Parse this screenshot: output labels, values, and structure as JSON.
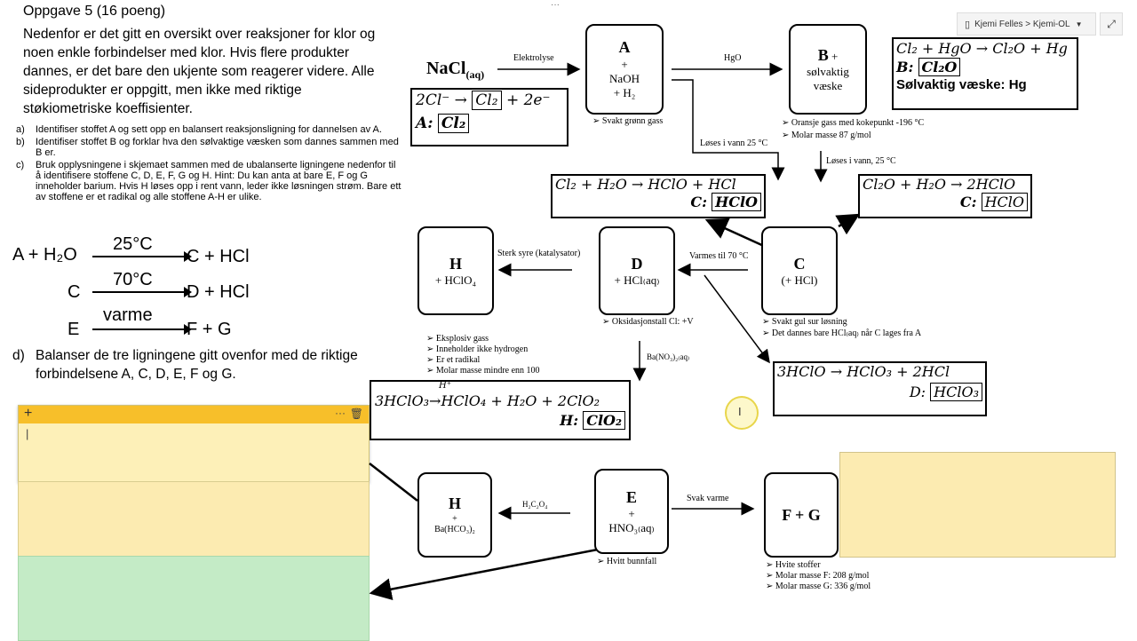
{
  "left": {
    "heading": "Oppgave 5 (16 poeng)",
    "intro": "Nedenfor er det gitt en oversikt over reaksjoner for klor og noen enkle forbindelser med klor. Hvis flere produkter dannes, er det bare den ukjente som reagerer videre. Alle sideprodukter er oppgitt, men ikke med riktige støkiometriske koeffisienter.",
    "questions": [
      {
        "label": "a)",
        "text": "Identifiser stoffet A og sett opp en balansert reaksjonsligning for dannelsen av A."
      },
      {
        "label": "b)",
        "text": "Identifiser stoffet B og forklar hva den sølvaktige væsken som dannes sammen med B er."
      },
      {
        "label": "c)",
        "text": "Bruk opplysningene i skjemaet sammen med de ubalanserte ligningene nedenfor til å identifisere stoffene C, D, E, F, G og H. Hint: Du kan anta at bare E, F og G inneholder barium. Hvis H løses opp i rent vann, leder ikke løsningen strøm. Bare ett av stoffene er et radikal og alle stoffene A-H er ulike."
      }
    ],
    "reactions": [
      {
        "left": "A + H₂O",
        "cond": "25°C",
        "right": "C + HCl"
      },
      {
        "left": "C",
        "cond": "70°C",
        "right": "D + HCl"
      },
      {
        "left": "E",
        "cond": "varme",
        "right": "F + G"
      }
    ],
    "question_d_label": "d)",
    "question_d": "Balanser de tre ligningene gitt ovenfor med de riktige forbindelsene A, C, D, E, F og G."
  },
  "window_tab": {
    "label": "Kjemi Felles > Kjemi-OL",
    "more": "···"
  },
  "sticky": {
    "input_value": "|",
    "add": "+",
    "more": "···",
    "delete": "🗑"
  },
  "diagram": {
    "nacl": "NaCl",
    "nacl_sub": "(aq)",
    "arrow_elektrolyse": "Elektrolyse",
    "arrow_hgo": "HgO",
    "arrow_loses25": "Løses i vann 25 °C",
    "arrow_loses25b": "Løses i vann, 25 °C",
    "arrow_sterk": "Sterk syre (katalysator)",
    "arrow_varmes70": "Varmes til 70 °C",
    "arrow_bano3": "Ba(NO₃)₂₍aq₎",
    "arrow_h2c2o4": "H₂C₂O₄",
    "arrow_svak": "Svak varme",
    "box_a": {
      "title": "A",
      "l1": "+",
      "l2": "NaOH",
      "l3": "+ H₂"
    },
    "box_b": {
      "title": "B",
      "l0": "+",
      "l1": "sølvaktig",
      "l2": "væske"
    },
    "box_c": {
      "title": "C",
      "l1": "(+ HCl)"
    },
    "box_d": {
      "title": "D",
      "l1": "+ HCl₍aq₎"
    },
    "box_h1": {
      "title": "H",
      "l1": "+ HClO₄"
    },
    "box_e": {
      "title": "E",
      "l1": "+",
      "l2": "HNO₃₍aq₎"
    },
    "box_h2": {
      "title": "H",
      "l1": "+",
      "l2": "Ba(HCO₃)₂"
    },
    "box_fg": {
      "title": "F + G"
    },
    "notes_a": [
      "Svakt grønn gass"
    ],
    "notes_b": [
      "Oransje gass med kokepunkt -196 °C",
      "Molar masse 87 g/mol"
    ],
    "notes_c": [
      "Svakt gul sur løsning",
      "Det dannes bare HCl₍aq₎ når C lages fra A"
    ],
    "notes_d": [
      "Oksidasjonstall Cl: +V"
    ],
    "notes_h": [
      "Eksplosiv gass",
      "Inneholder ikke hydrogen",
      "Er et radikal",
      "Molar masse mindre enn 100"
    ],
    "notes_e": [
      "Hvitt bunnfall"
    ],
    "notes_fg": [
      "Hvite stoffer",
      "Molar masse F: 208 g/mol",
      "Molar masse G: 336 g/mol"
    ],
    "eq_a_line1_left": "2Cl⁻ →",
    "eq_a_line1_box": "Cl₂",
    "eq_a_line1_right": "+ 2e⁻",
    "eq_a_line2_label": "A:",
    "eq_a_line2_box": "Cl₂",
    "eq_b_line1": "Cl₂ + HgO → Cl₂O + Hg",
    "eq_b_line2_label": "B:",
    "eq_b_line2_box": "Cl₂O",
    "eq_b_line3": "Sølvaktig væske: Hg",
    "eq_c1_line1": "Cl₂ + H₂O → HClO + HCl",
    "eq_c1_label": "C:",
    "eq_c1_box": "HClO",
    "eq_c2_line1": "Cl₂O + H₂O → 2HClO",
    "eq_c2_label": "C:",
    "eq_c2_box": "HClO",
    "eq_d_line1": "3HClO → HClO₃ + 2HCl",
    "eq_d_label": "D:",
    "eq_d_box": "HClO₃",
    "eq_h_left": "3HClO₃",
    "eq_h_over": "H⁺",
    "eq_h_right": "→HClO₄ + H₂O + 2ClO₂",
    "eq_h_label": "H:",
    "eq_h_box": "ClO₂"
  }
}
